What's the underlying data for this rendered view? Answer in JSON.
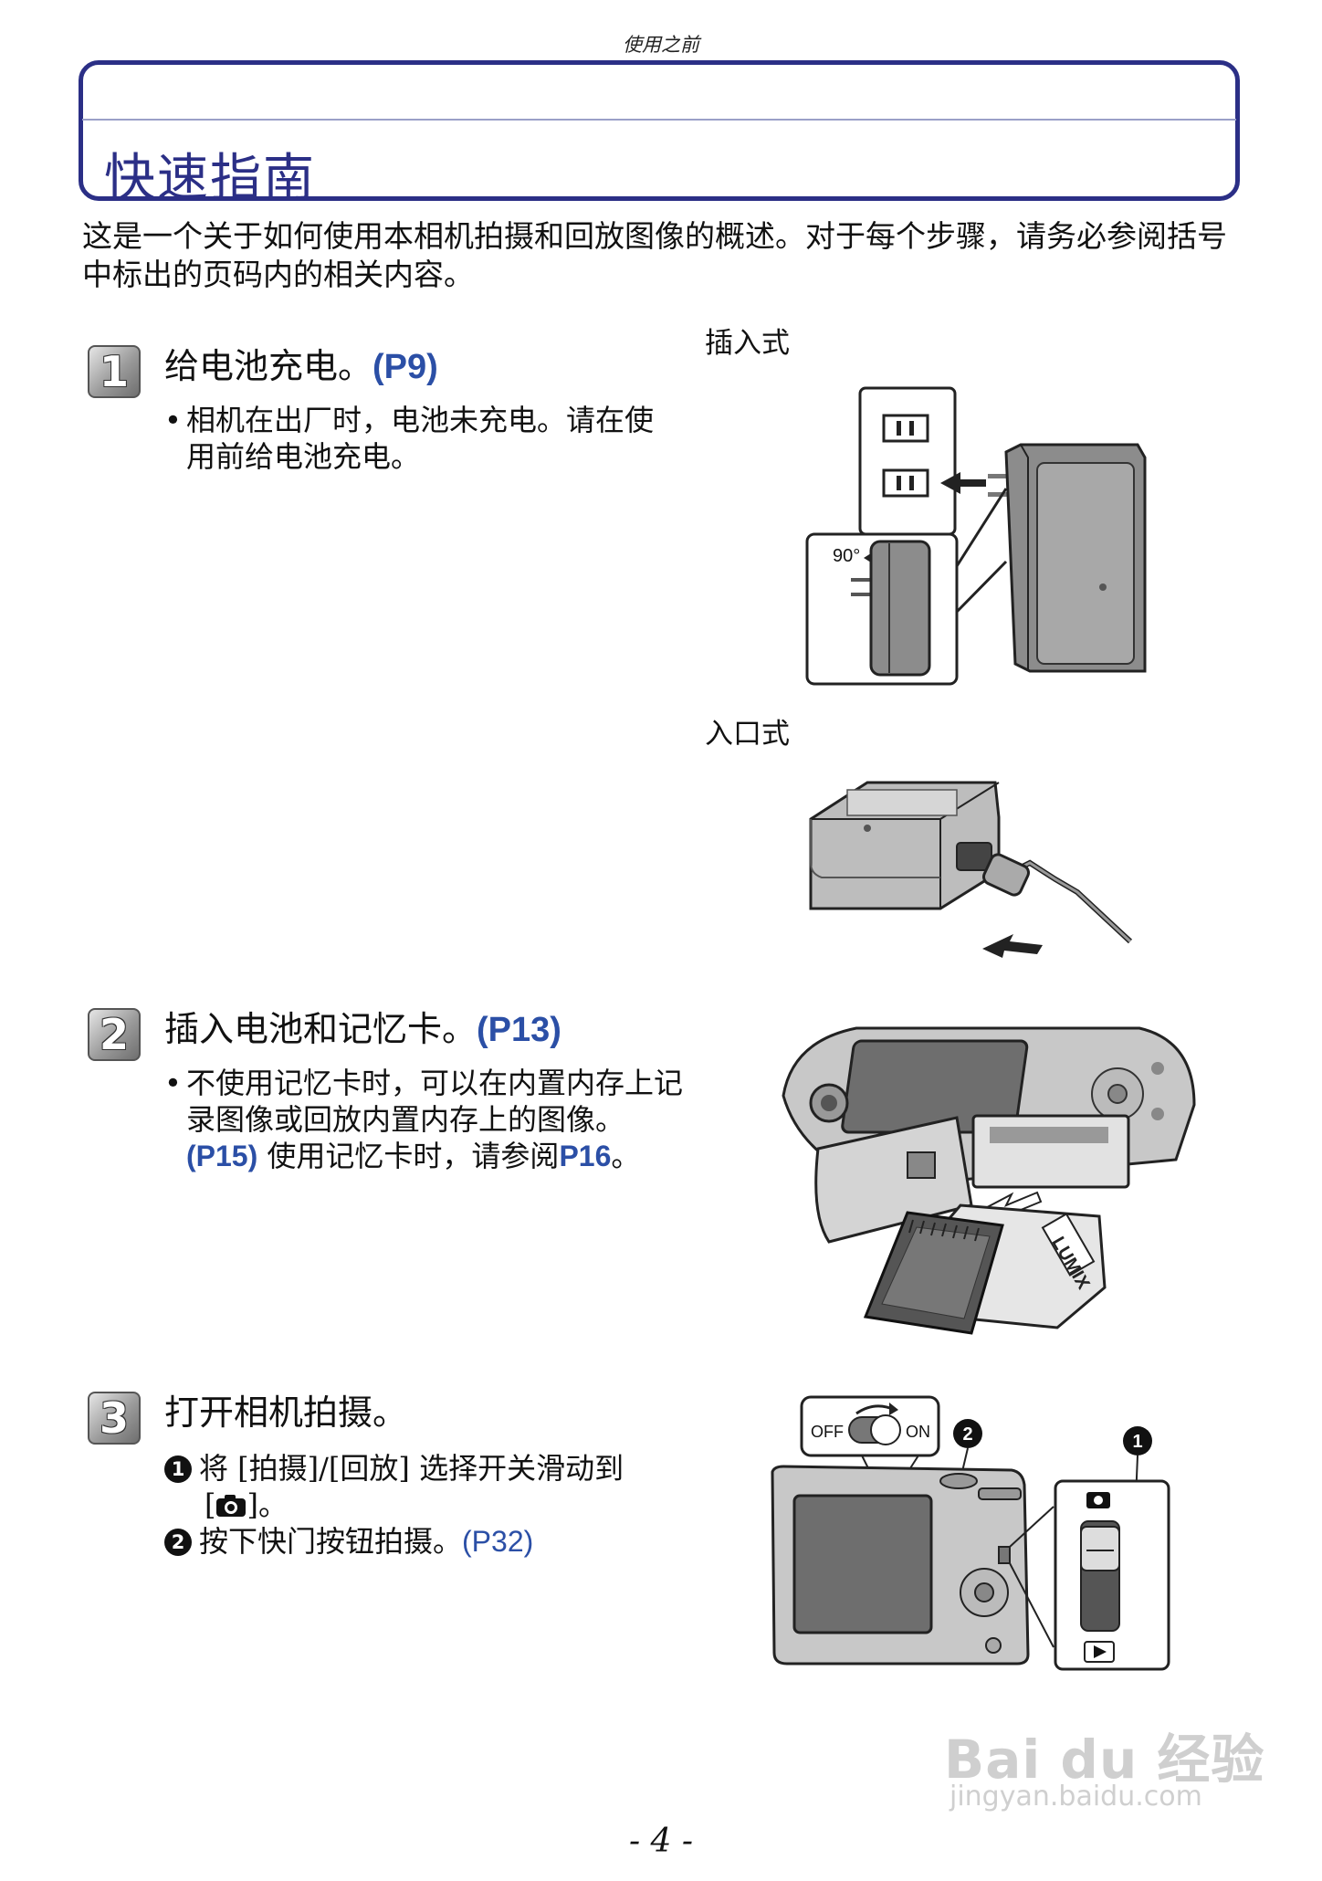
{
  "header": {
    "section": "使用之前"
  },
  "title": "快速指南",
  "intro": "这是一个关于如何使用本相机拍摄和回放图像的概述。对于每个步骤，请务必参阅括号中标出的页码内的相关内容。",
  "steps": [
    {
      "number": "1",
      "title": "给电池充电。",
      "ref": "(P9)",
      "bullet": "相机在出厂时，电池未充电。请在使用前给电池充电。"
    },
    {
      "number": "2",
      "title": "插入电池和记忆卡。",
      "ref": "(P13)",
      "bullet_a": "不使用记忆卡时，可以在内置内存上记录图像或回放内置内存上的图像。",
      "bullet_ref1": "(P15)",
      "bullet_b": " 使用记忆卡时，请参阅",
      "bullet_ref2": "P16",
      "bullet_end": "。"
    },
    {
      "number": "3",
      "title": "打开相机拍摄。",
      "item1_num": "1",
      "item1_a": "将 [拍摄]/[回放] 选择开关滑动到",
      "item1_b": "[",
      "item1_c": "]。",
      "item2_num": "2",
      "item2_text": "按下快门按钮拍摄。",
      "item2_ref": "(P32)"
    }
  ],
  "figures": {
    "plug_in_label": "插入式",
    "inlet_label": "入口式",
    "angle_label": "90°",
    "battery_brand": "LUMIX",
    "switch_off": "OFF",
    "switch_on": "ON",
    "callout_1": "1",
    "callout_2": "2"
  },
  "footer": {
    "page_number": "- 4 -"
  },
  "watermark": {
    "brand": "Bai du 经验",
    "url": "jingyan.baidu.com"
  }
}
